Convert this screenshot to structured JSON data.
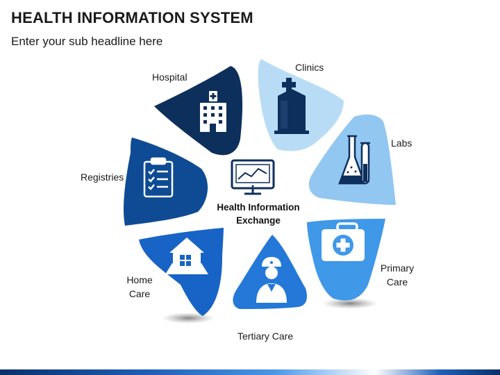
{
  "slide": {
    "title": "HEALTH INFORMATION SYSTEM",
    "subtitle": "Enter your sub headline here"
  },
  "center": {
    "line1": "Health Information",
    "line2": "Exchange",
    "icon": "monitor-chart-icon"
  },
  "segments": [
    {
      "id": "hospital",
      "label_lines": [
        "Hospital"
      ],
      "icon": "hospital-building-icon",
      "color": "#0d2f5c"
    },
    {
      "id": "clinics",
      "label_lines": [
        "Clinics"
      ],
      "icon": "clinic-tower-icon",
      "color": "#b9dcf6"
    },
    {
      "id": "labs",
      "label_lines": [
        "Labs"
      ],
      "icon": "lab-flask-icon",
      "color": "#92c7f1"
    },
    {
      "id": "primary-care",
      "label_lines": [
        "Primary",
        "Care"
      ],
      "icon": "first-aid-kit-icon",
      "color": "#3f98e8"
    },
    {
      "id": "tertiary-care",
      "label_lines": [
        "Tertiary Care"
      ],
      "icon": "nurse-icon",
      "color": "#2478d8"
    },
    {
      "id": "home-care",
      "label_lines": [
        "Home",
        "Care"
      ],
      "icon": "home-icon",
      "color": "#1863c6"
    },
    {
      "id": "registries",
      "label_lines": [
        "Registries"
      ],
      "icon": "clipboard-checklist-icon",
      "color": "#0e4b94"
    }
  ]
}
